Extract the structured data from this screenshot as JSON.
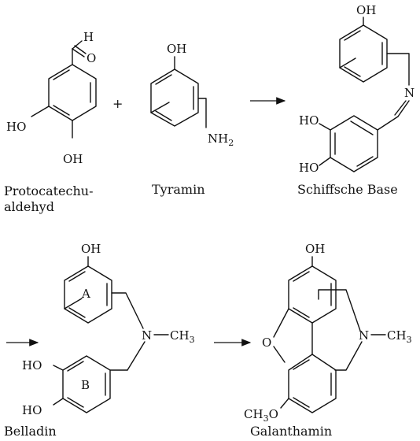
{
  "captions": {
    "protocatechualdehyde_line1": "Protocatechu-",
    "protocatechualdehyde_line2": "aldehyd",
    "tyramin": "Tyramin",
    "schiff_base": "Schiffsche Base",
    "belladin": "Belladin",
    "galanthamin": "Galanthamin"
  },
  "atoms": {
    "H": "H",
    "O": "O",
    "HO": "HO",
    "OH": "OH",
    "NH2_main": "NH",
    "NH2_sub": "2",
    "N": "N",
    "CH3_main": "CH",
    "CH3_sub": "3",
    "CH3O_main": "CH",
    "CH3O_sub": "3",
    "CH3O_tail": "O",
    "ring_A": "A",
    "ring_B": "B"
  },
  "plus": "+"
}
